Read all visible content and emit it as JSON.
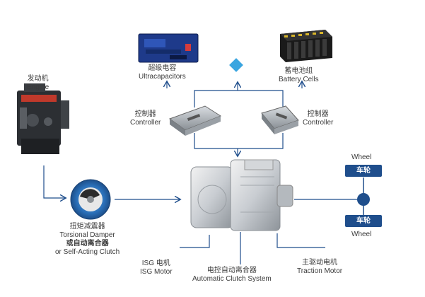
{
  "labels": {
    "engine": {
      "cn": "发动机",
      "en": "Engine"
    },
    "ultracap": {
      "cn": "超级电容",
      "en": "Ultracapacitors"
    },
    "battery": {
      "cn": "蓄电池组",
      "en": "Battery Cells"
    },
    "controller_left": {
      "cn": "控制器",
      "en": "Controller"
    },
    "controller_right": {
      "cn": "控制器",
      "en": "Controller"
    },
    "damper": {
      "cn": "扭矩减震器",
      "en": "Torsional Damper",
      "cn2": "或自动离合器",
      "en2": "or Self-Acting Clutch"
    },
    "isg": {
      "cn": "ISG 电机",
      "en": "ISG Motor"
    },
    "clutch": {
      "cn": "电控自动离合器",
      "en": "Automatic Clutch System"
    },
    "traction": {
      "cn": "主驱动电机",
      "en": "Traction Motor"
    }
  },
  "wheels": {
    "top": {
      "en": "Wheel",
      "cn": "车轮"
    },
    "bottom": {
      "en": "Wheel",
      "cn": "车轮"
    }
  },
  "colors": {
    "arrow": "#1f4e8c",
    "diamond": "#3aa5e0",
    "pill": "#1f4e8c"
  }
}
